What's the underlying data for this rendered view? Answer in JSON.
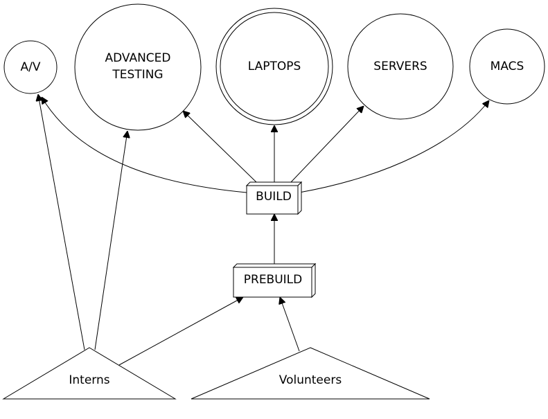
{
  "nodes": {
    "av": {
      "label": "A/V",
      "shape": "circle"
    },
    "advanced_testing": {
      "label_lines": [
        "ADVANCED",
        "TESTING"
      ],
      "shape": "circle"
    },
    "laptops": {
      "label": "LAPTOPS",
      "shape": "double-circle"
    },
    "servers": {
      "label": "SERVERS",
      "shape": "circle"
    },
    "macs": {
      "label": "MACS",
      "shape": "circle"
    },
    "build": {
      "label": "BUILD",
      "shape": "box3d"
    },
    "prebuild": {
      "label": "PREBUILD",
      "shape": "box3d"
    },
    "interns": {
      "label": "Interns",
      "shape": "triangle"
    },
    "volunteers": {
      "label": "Volunteers",
      "shape": "triangle"
    }
  },
  "edges": [
    {
      "from": "BUILD",
      "to": "A/V"
    },
    {
      "from": "BUILD",
      "to": "ADVANCED TESTING"
    },
    {
      "from": "BUILD",
      "to": "LAPTOPS"
    },
    {
      "from": "BUILD",
      "to": "SERVERS"
    },
    {
      "from": "BUILD",
      "to": "MACS"
    },
    {
      "from": "PREBUILD",
      "to": "BUILD"
    },
    {
      "from": "Interns",
      "to": "A/V"
    },
    {
      "from": "Interns",
      "to": "ADVANCED TESTING"
    },
    {
      "from": "Interns",
      "to": "PREBUILD"
    },
    {
      "from": "Volunteers",
      "to": "PREBUILD"
    }
  ],
  "colors": {
    "stroke": "#000000",
    "fill": "#ffffff",
    "text": "#000000"
  }
}
